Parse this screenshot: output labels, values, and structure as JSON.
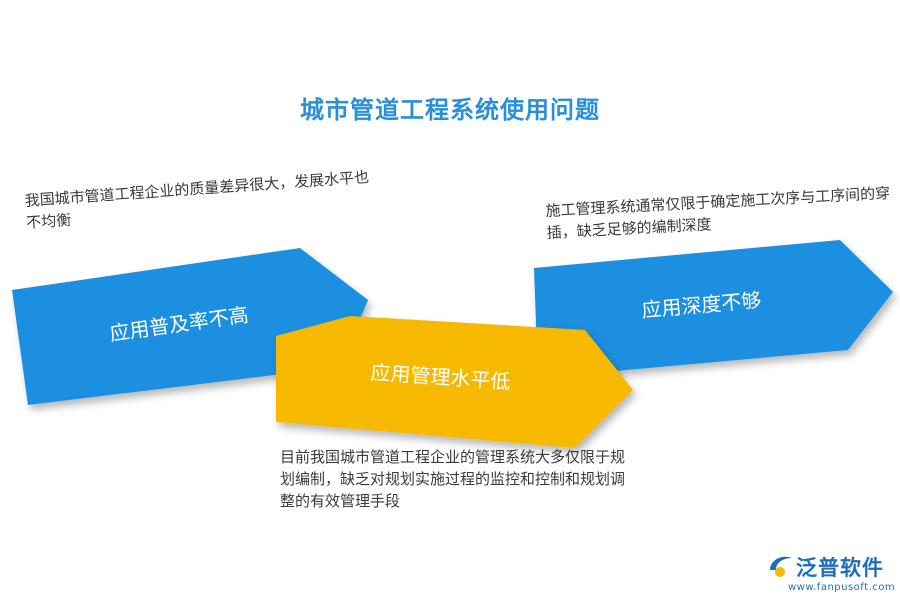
{
  "title": "城市管道工程系统使用问题",
  "arrows": {
    "left": {
      "label": "应用普及率不高",
      "color": "#1e8fe0"
    },
    "middle": {
      "label": "应用管理水平低",
      "color": "#f7b800"
    },
    "right": {
      "label": "应用深度不够",
      "color": "#1e8fe0"
    }
  },
  "descriptions": {
    "left": "我国城市管道工程企业的质量差异很大，发展水平也不均衡",
    "right": "施工管理系统通常仅限于确定施工次序与工序间的穿插，缺乏足够的编制深度",
    "bottom": "目前我国城市管道工程企业的管理系统大多仅限于规划编制，缺乏对规划实施过程的监控和控制和规划调整的有效管理手段"
  },
  "logo": {
    "name": "泛普软件",
    "url": "www.fanpusoft.com",
    "icon": "fanpu-logo-icon",
    "color": "#1e6fb8"
  }
}
